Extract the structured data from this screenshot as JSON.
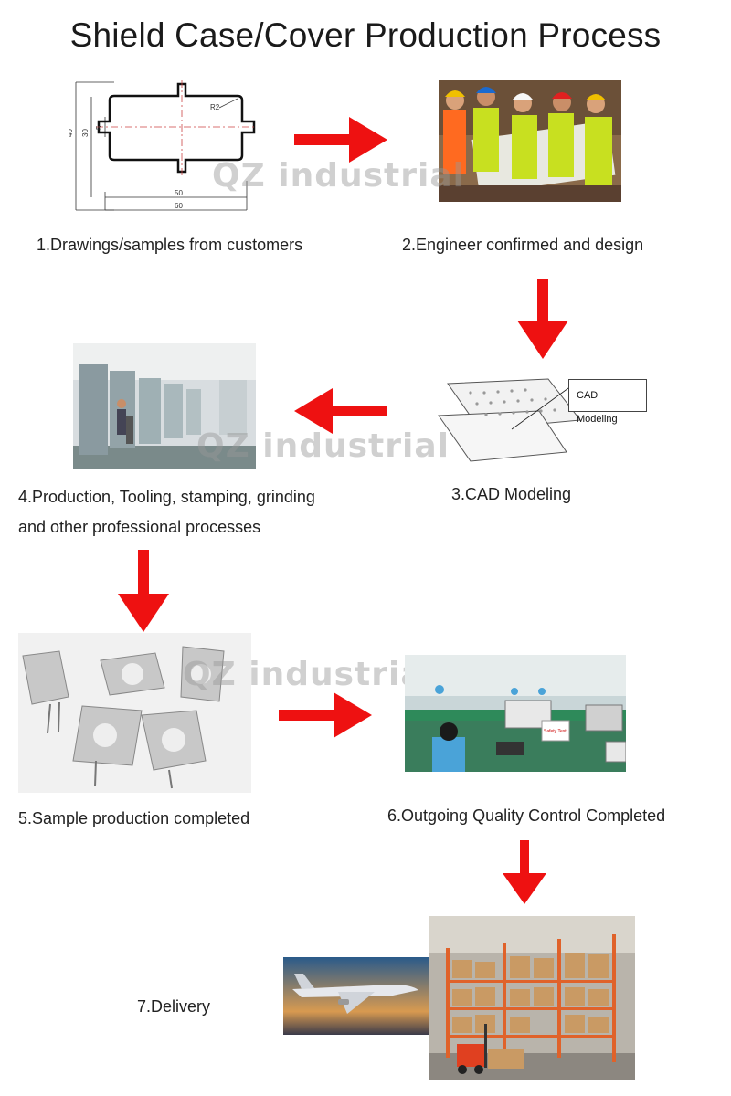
{
  "title": "Shield Case/Cover Production Process",
  "watermark": "QZ industrial",
  "steps": [
    {
      "label": "1.Drawings/samples from customers"
    },
    {
      "label": "2.Engineer confirmed and design"
    },
    {
      "label": "3.CAD Modeling"
    },
    {
      "label_line1": "4.Production, Tooling, stamping, grinding",
      "label_line2": "and other professional processes"
    },
    {
      "label": "5.Sample production completed"
    },
    {
      "label": "6.Outgoing Quality Control Completed"
    },
    {
      "label": "7.Delivery"
    }
  ],
  "drawing": {
    "dim_40": "40",
    "dim_30": "30",
    "dim_5": "5",
    "dim_50": "50",
    "dim_60": "60",
    "radius": "R2"
  },
  "cad_callout": "CAD Modeling",
  "qc_sign": "Safety Test",
  "arrow_color": "#ee1111"
}
